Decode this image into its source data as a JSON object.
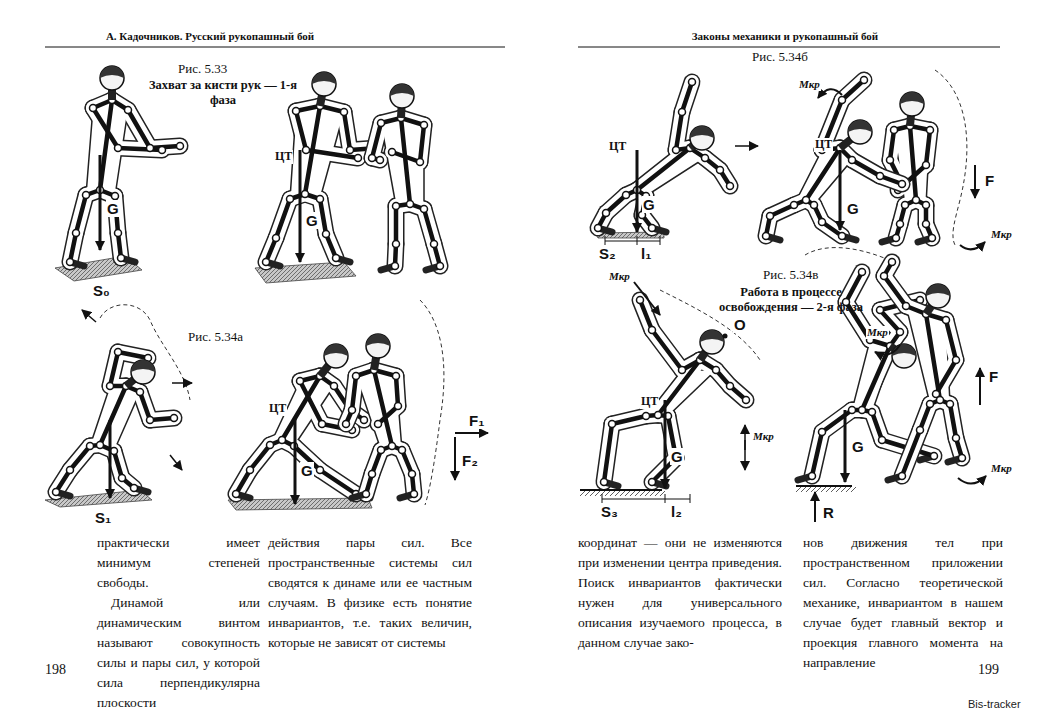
{
  "diagram": {
    "labels": [
      "А. Кадочников. Русский рукопашный бой",
      "Законы механики и рукопашный бой",
      "Рис. 5.33",
      "Захват за кисти рук — 1-я фаза",
      "G",
      "S₀",
      "ЦТ",
      "G",
      "Рис. 5.34а",
      "S₁",
      "ЦТ",
      "G",
      "F₁",
      "F₂",
      "Рис. 5.34б",
      "ЦТ",
      "G",
      "S₂",
      "l₁",
      "Mкр",
      "ЦТ",
      "G",
      "F",
      "Mкр",
      "Mкр",
      "O",
      "Рис. 5.34в",
      "Работа в процессе освобождения — 2-я фаза",
      "ЦТ",
      "G",
      "Mкр",
      "S₃",
      "l₂",
      "Mкр",
      "F",
      "G",
      "Mкр",
      "R",
      "практически имеет минимум степеней свободы.",
      "Динамой или динамическим винтом называют совокупность силы и пары сил, у которой сила перпендикулярна плоскости",
      "действия пары сил. Все пространственные системы сил сводятся к динаме или ее частным случаям. В физике есть понятие инвариантов, т.е. таких величин, которые не зависят от системы",
      "координат — они не изменяются при изменении центра приведения. Поиск инвариантов фактически нужен для универсального описания изучаемого процесса, в данном случае зако-",
      "нов движения тел при пространственном приложении сил. Согласно теоретической механике, инвариантом в нашем случае будет главный вектор и проекция главного момента на направление",
      "198",
      "199",
      "Bis-tracker"
    ]
  }
}
